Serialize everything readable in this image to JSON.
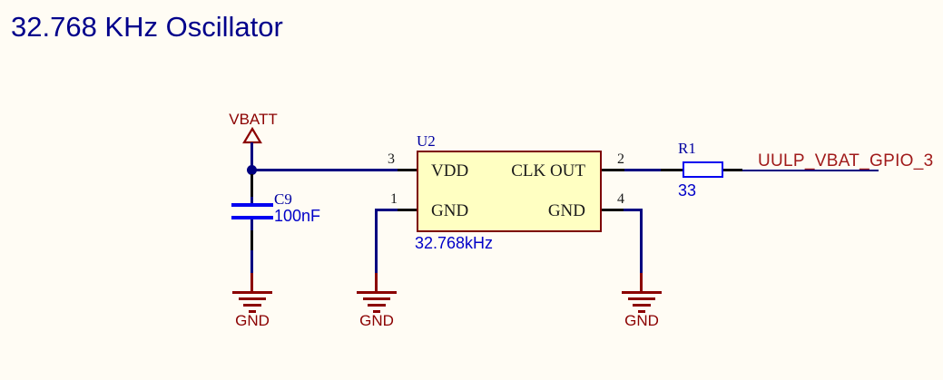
{
  "title": "32.768 KHz Oscillator",
  "colors": {
    "background": "#FFFCF4",
    "wire": "#000080",
    "component_outline_blue": "#0000F0",
    "designator_text": "#0000A0",
    "value_text": "#0000C8",
    "title_text": "#00008B",
    "power_ground_red": "#8B0000",
    "net_label_red": "#A01A1A",
    "ic_fill": "#FFFFC2",
    "ic_border": "#7D0101",
    "pin_black": "#1A1A1A"
  },
  "schematic": {
    "power_port": {
      "label": "VBATT"
    },
    "capacitor": {
      "designator": "C9",
      "value": "100nF"
    },
    "oscillator": {
      "designator": "U2",
      "value": "32.768kHz",
      "pins": [
        {
          "number": "3",
          "name": "VDD",
          "side": "left"
        },
        {
          "number": "1",
          "name": "GND",
          "side": "left"
        },
        {
          "number": "2",
          "name": "CLK OUT",
          "side": "right"
        },
        {
          "number": "4",
          "name": "GND",
          "side": "right"
        }
      ]
    },
    "resistor": {
      "designator": "R1",
      "value": "33"
    },
    "net_label": {
      "label": "UULP_VBAT_GPIO_3"
    },
    "grounds": [
      {
        "label": "GND"
      },
      {
        "label": "GND"
      },
      {
        "label": "GND"
      }
    ]
  }
}
